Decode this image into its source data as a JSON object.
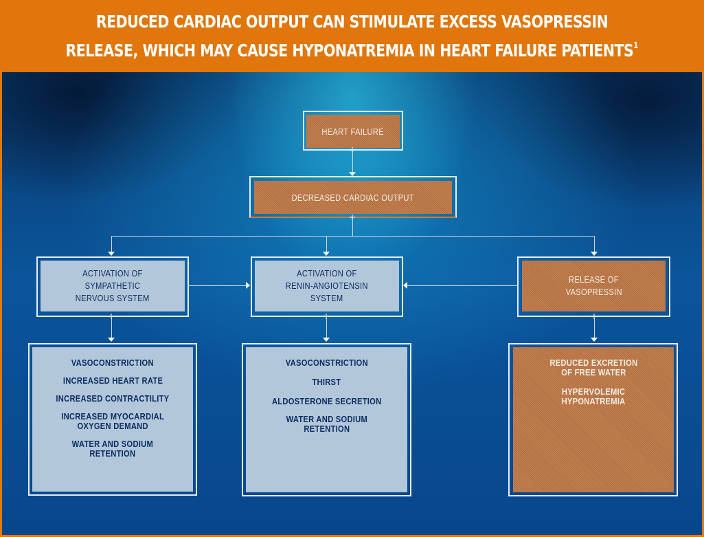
{
  "title": {
    "line1": "REDUCED CARDIAC OUTPUT CAN STIMULATE EXCESS VASOPRESSIN",
    "line2": "RELEASE, WHICH MAY CAUSE HYPONATREMIA IN HEART FAILURE PATIENTS",
    "footnote": "1"
  },
  "colors": {
    "header_orange": "#e0760c",
    "node_orange": "#b97748",
    "node_light": "#b2c7d9",
    "text_dark_blue": "#0e2d63",
    "background_blue": "#0b559b"
  },
  "nodes": {
    "heart_failure": {
      "label": "HEART FAILURE"
    },
    "decreased_cardiac_output": {
      "label": "DECREASED CARDIAC OUTPUT"
    },
    "sympathetic": {
      "lines": [
        "ACTIVATION OF",
        "SYMPATHETIC",
        "NERVOUS SYSTEM"
      ]
    },
    "raas": {
      "lines": [
        "ACTIVATION OF",
        "RENIN-ANGIOTENSIN",
        "SYSTEM"
      ]
    },
    "vasopressin": {
      "lines": [
        "RELEASE OF",
        "VASOPRESSIN"
      ]
    },
    "sympathetic_effects": {
      "items": [
        [
          "VASOCONSTRICTION"
        ],
        [
          "INCREASED HEART RATE"
        ],
        [
          "INCREASED CONTRACTILITY"
        ],
        [
          "INCREASED MYOCARDIAL",
          "OXYGEN DEMAND"
        ],
        [
          "WATER AND SODIUM",
          "RETENTION"
        ]
      ]
    },
    "raas_effects": {
      "items": [
        [
          "VASOCONSTRICTION"
        ],
        [
          "THIRST"
        ],
        [
          "ALDOSTERONE SECRETION"
        ],
        [
          "WATER AND SODIUM",
          "RETENTION"
        ]
      ]
    },
    "vasopressin_effects": {
      "items": [
        [
          "REDUCED EXCRETION",
          "OF FREE WATER"
        ],
        [
          "HYPERVOLEMIC",
          "HYPONATREMIA"
        ]
      ]
    }
  },
  "edges": [
    {
      "from": "heart_failure",
      "to": "decreased_cardiac_output"
    },
    {
      "from": "decreased_cardiac_output",
      "to": "sympathetic"
    },
    {
      "from": "decreased_cardiac_output",
      "to": "raas"
    },
    {
      "from": "decreased_cardiac_output",
      "to": "vasopressin"
    },
    {
      "from": "sympathetic",
      "to": "raas"
    },
    {
      "from": "vasopressin",
      "to": "raas"
    },
    {
      "from": "sympathetic",
      "to": "sympathetic_effects"
    },
    {
      "from": "raas",
      "to": "raas_effects"
    },
    {
      "from": "vasopressin",
      "to": "vasopressin_effects"
    }
  ]
}
